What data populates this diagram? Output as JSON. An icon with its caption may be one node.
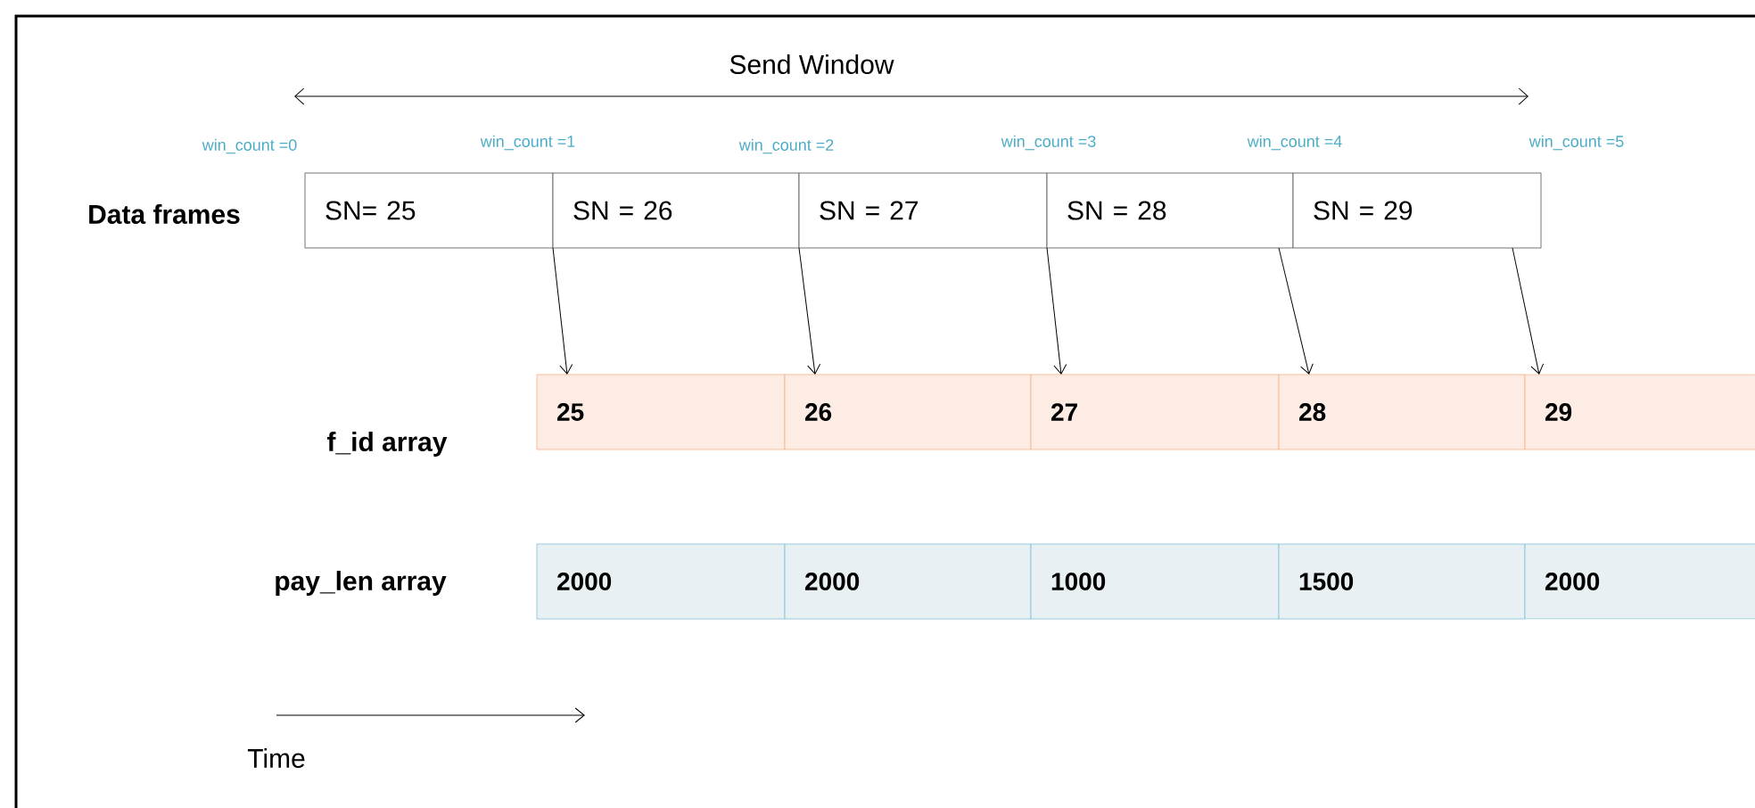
{
  "diagram": {
    "nodes": [
      {
        "text": [
          "SN= 25"
        ]
      },
      {
        "text": [
          "SN = 26"
        ]
      },
      {
        "text": [
          "SN = 27"
        ]
      },
      {
        "text": [
          "SN = 28"
        ]
      },
      {
        "text": [
          "SN = 29"
        ]
      },
      {
        "text": [
          "25"
        ]
      },
      {
        "text": [
          "26"
        ]
      },
      {
        "text": [
          "27"
        ]
      },
      {
        "text": [
          "28"
        ]
      },
      {
        "text": [
          "29"
        ]
      },
      {
        "text": [
          "2000"
        ]
      },
      {
        "text": [
          "2000"
        ]
      },
      {
        "text": [
          "1000"
        ]
      },
      {
        "text": [
          "1500"
        ]
      },
      {
        "text": [
          "2000"
        ]
      }
    ],
    "edges": [
      {
        "from": 0,
        "to": 5,
        "arrow": "to"
      },
      {
        "from": 1,
        "to": 6,
        "arrow": "to"
      },
      {
        "from": 2,
        "to": 7,
        "arrow": "to"
      },
      {
        "from": 3,
        "to": 8,
        "arrow": "to"
      },
      {
        "from": 4,
        "to": 9,
        "arrow": "to"
      }
    ],
    "labels": [
      "Send Window",
      "win_count =0",
      "win_count =1",
      "win_count =2",
      "win_count =3",
      "win_count =4",
      "win_count =5",
      "Data frames",
      "f_id array",
      "pay_len array",
      "Time"
    ]
  }
}
